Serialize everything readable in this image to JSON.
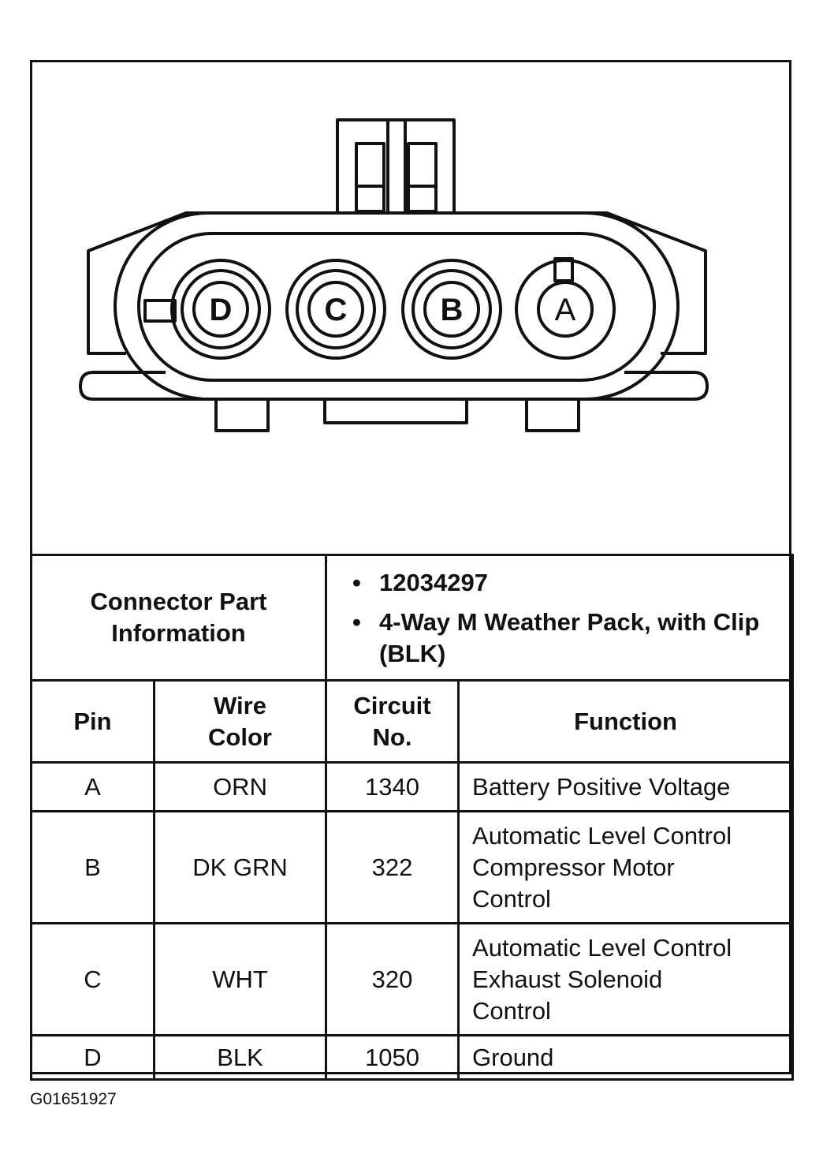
{
  "connector": {
    "pins": [
      "D",
      "C",
      "B",
      "A"
    ]
  },
  "part_info": {
    "label_line1": "Connector Part",
    "label_line2": "Information",
    "bullet1": "12034297",
    "bullet2": "4-Way M Weather Pack, with Clip (BLK)"
  },
  "table": {
    "headers": {
      "pin": "Pin",
      "wire_color_line1": "Wire",
      "wire_color_line2": "Color",
      "circuit_line1": "Circuit",
      "circuit_line2": "No.",
      "function": "Function"
    },
    "rows": [
      {
        "pin": "A",
        "color": "ORN",
        "circuit": "1340",
        "function": [
          "Battery Positive Voltage"
        ]
      },
      {
        "pin": "B",
        "color": "DK GRN",
        "circuit": "322",
        "function": [
          "Automatic Level Control",
          "Compressor Motor",
          "Control"
        ]
      },
      {
        "pin": "C",
        "color": "WHT",
        "circuit": "320",
        "function": [
          "Automatic Level Control",
          "Exhaust Solenoid",
          "Control"
        ]
      },
      {
        "pin": "D",
        "color": "BLK",
        "circuit": "1050",
        "function": [
          "Ground"
        ]
      }
    ]
  },
  "figure_id": "G01651927"
}
